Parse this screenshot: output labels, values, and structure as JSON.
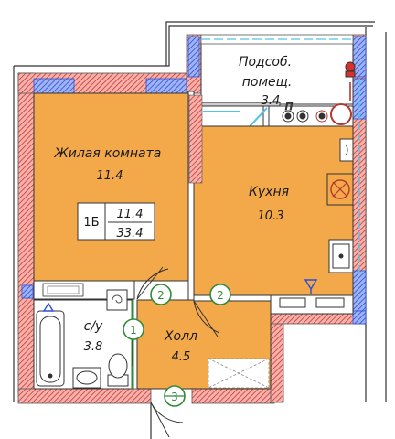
{
  "rooms": {
    "living": {
      "name": "Жилая комната",
      "area": "11.4"
    },
    "utility": {
      "name_line1": "Подсоб.",
      "name_line2": "помещ.",
      "area": "3.4"
    },
    "kitchen": {
      "name": "Кухня",
      "area": "10.3"
    },
    "bathroom": {
      "name": "с/у",
      "area": "3.8"
    },
    "hall": {
      "name": "Холл",
      "area": "4.5"
    }
  },
  "apartment": {
    "code": "1Б",
    "living_area": "11.4",
    "total_area": "33.4"
  },
  "markers": {
    "m1": "1",
    "m2a": "2",
    "m2b": "2",
    "m3": "3"
  },
  "utility_label": "П",
  "colors": {
    "wall_hatch": "#d9302b",
    "wall_blue": "#2a4fd6",
    "green": "#2e8b3a",
    "window": "#4fc3e8"
  }
}
